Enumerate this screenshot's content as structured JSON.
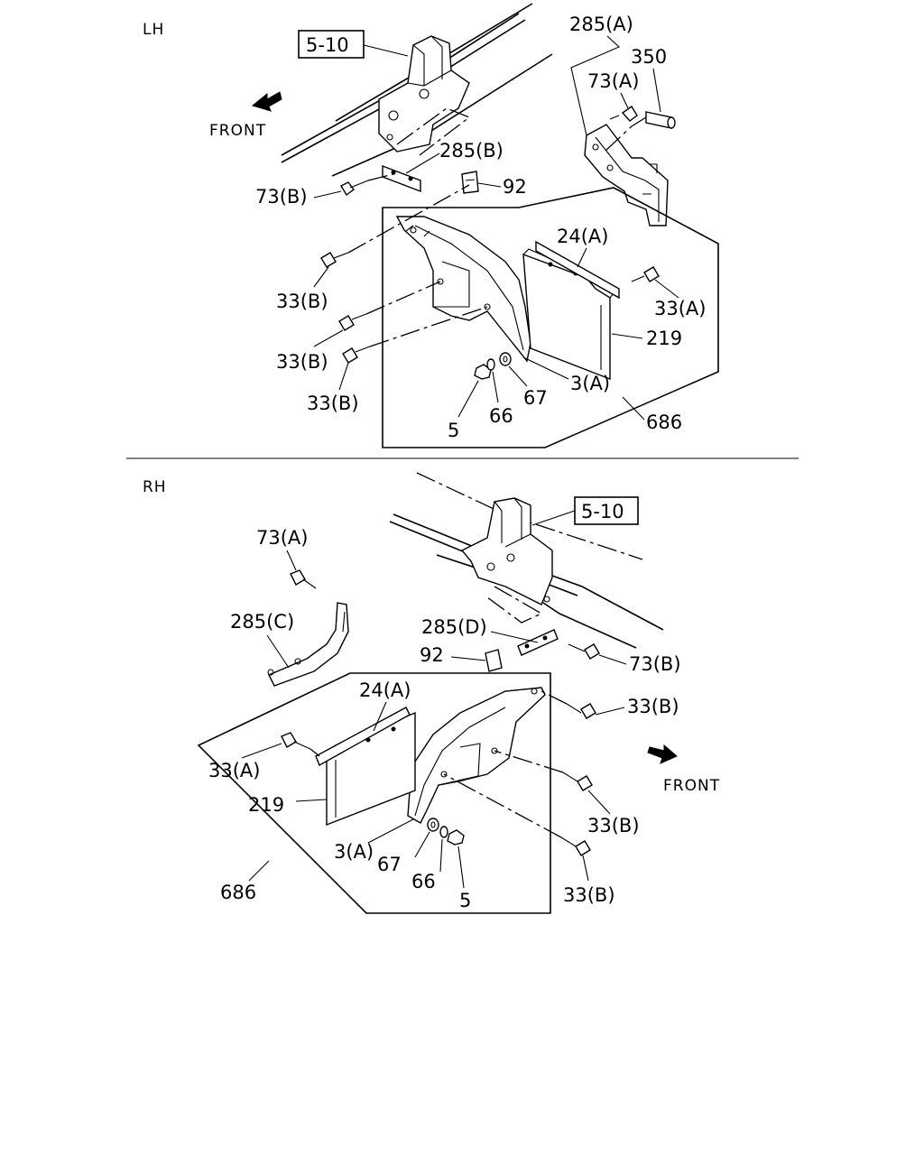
{
  "lh": {
    "section_label": "LH",
    "front_label": "FRONT",
    "ref_box": "5-10",
    "callouts": {
      "c285a": "285(A)",
      "c350": "350",
      "c73a": "73(A)",
      "c285b": "285(B)",
      "c73b": "73(B)",
      "c92": "92",
      "c24a": "24(A)",
      "c33a": "33(A)",
      "c33b_1": "33(B)",
      "c33b_2": "33(B)",
      "c33b_3": "33(B)",
      "c219": "219",
      "c3a": "3(A)",
      "c67": "67",
      "c66": "66",
      "c5": "5",
      "c686": "686"
    }
  },
  "rh": {
    "section_label": "RH",
    "front_label": "FRONT",
    "ref_box": "5-10",
    "callouts": {
      "c73a": "73(A)",
      "c285c": "285(C)",
      "c285d": "285(D)",
      "c92": "92",
      "c73b": "73(B)",
      "c24a": "24(A)",
      "c33b_1": "33(B)",
      "c33a": "33(A)",
      "c219": "219",
      "c33b_2": "33(B)",
      "c3a": "3(A)",
      "c67": "67",
      "c66": "66",
      "c5": "5",
      "c33b_3": "33(B)",
      "c686": "686"
    }
  }
}
